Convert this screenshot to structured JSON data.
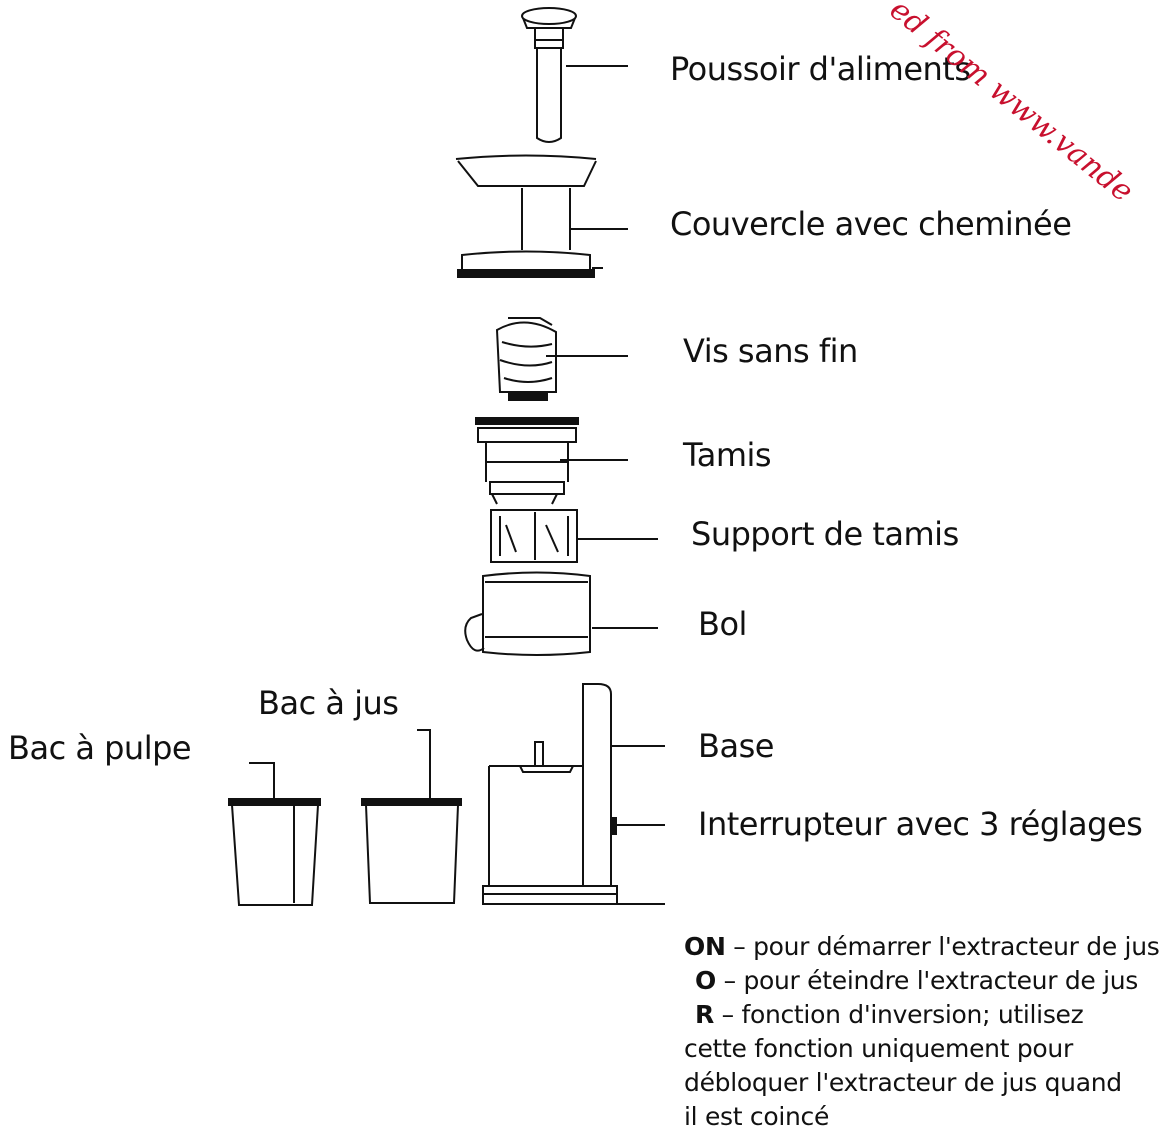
{
  "labels": {
    "food_pusher": "Poussoir d'aliments",
    "lid_with_chute": "Couvercle avec cheminée",
    "auger": "Vis sans fin",
    "sieve": "Tamis",
    "sieve_holder": "Support de tamis",
    "bowl": "Bol",
    "juice_container": "Bac à jus",
    "pulp_container": "Bac à pulpe",
    "base": "Base",
    "switch": "Interrupteur avec 3 réglages"
  },
  "legend": {
    "on_key": "ON",
    "on_text": " – pour démarrer l'extracteur de jus",
    "o_key": "O",
    "o_text": " – pour éteindre l'extracteur de jus",
    "r_key": "R",
    "r_text": " – fonction d'inversion; utilisez",
    "r_line2": "cette fonction uniquement pour",
    "r_line3": "débloquer l'extracteur de jus quand",
    "r_line4": "il est coincé"
  },
  "watermark": "ed from www.vande",
  "colors": {
    "line": "#111111",
    "watermark": "#c8102e"
  }
}
